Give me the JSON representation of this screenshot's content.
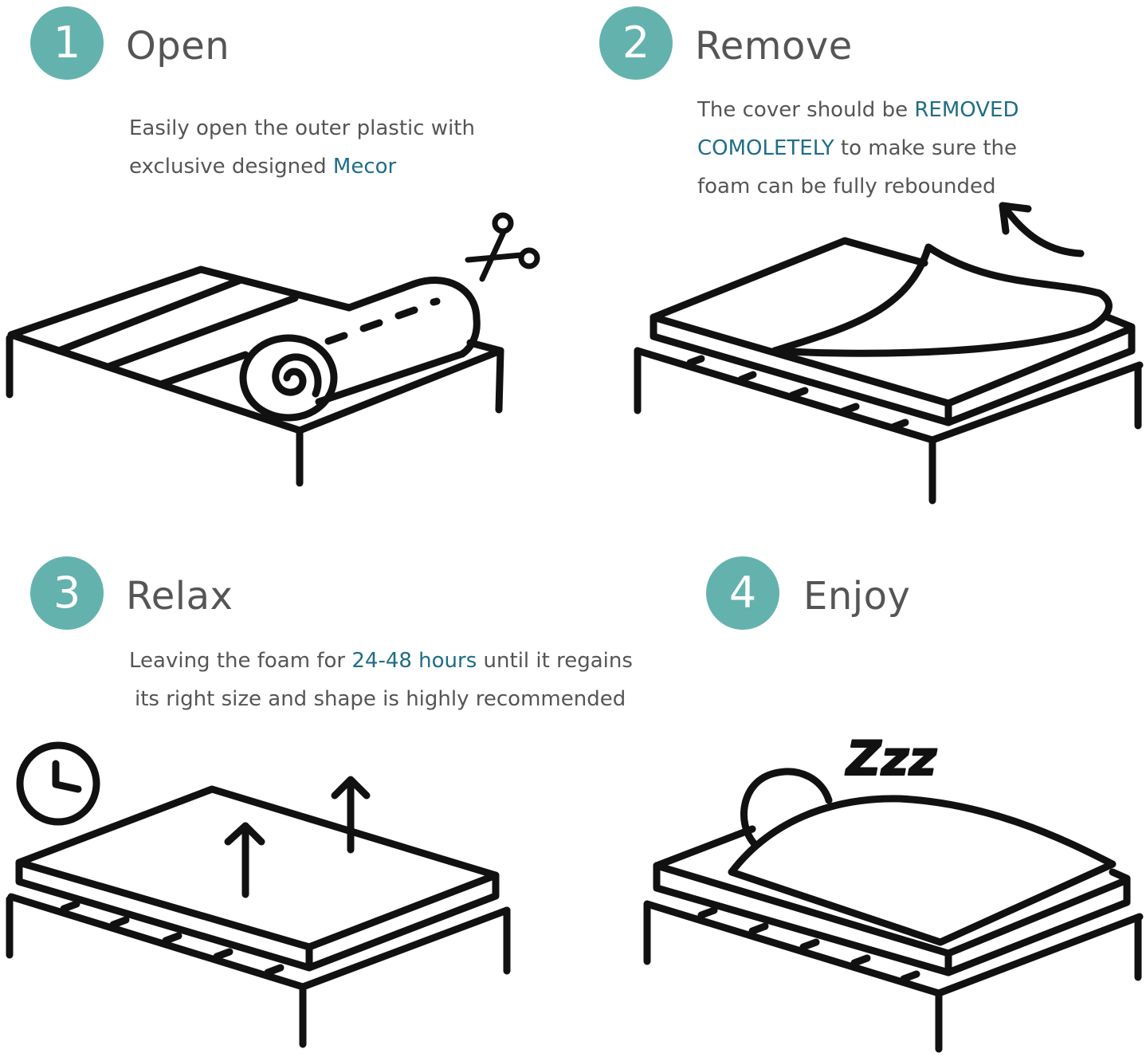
{
  "steps": [
    {
      "number": "1",
      "title": "Open",
      "desc": {
        "a": "Easily open the outer plastic with",
        "b": "exclusive designed ",
        "hl": "Mecor"
      }
    },
    {
      "number": "2",
      "title": "Remove",
      "desc": {
        "a": "The cover should be ",
        "hl1": "REMOVED",
        "hl2": "COMOLETELY",
        "b": " to make sure the",
        "c": "foam can be fully rebounded"
      }
    },
    {
      "number": "3",
      "title": "Relax",
      "desc": {
        "a": "Leaving the foam for ",
        "hl": "24-48 hours",
        "b": " until it regains",
        "c": "its right size and shape is highly recommended"
      }
    },
    {
      "number": "4",
      "title": "Enjoy",
      "zzz": "Zzz"
    }
  ],
  "colors": {
    "badge": "#63b2ad",
    "highlight": "#1f6d86",
    "text": "#555555",
    "line": "#111111"
  },
  "icons": [
    "scissors-icon",
    "peel-arrow-icon",
    "clock-icon",
    "rise-arrow-icon",
    "sleeping-person-icon"
  ]
}
